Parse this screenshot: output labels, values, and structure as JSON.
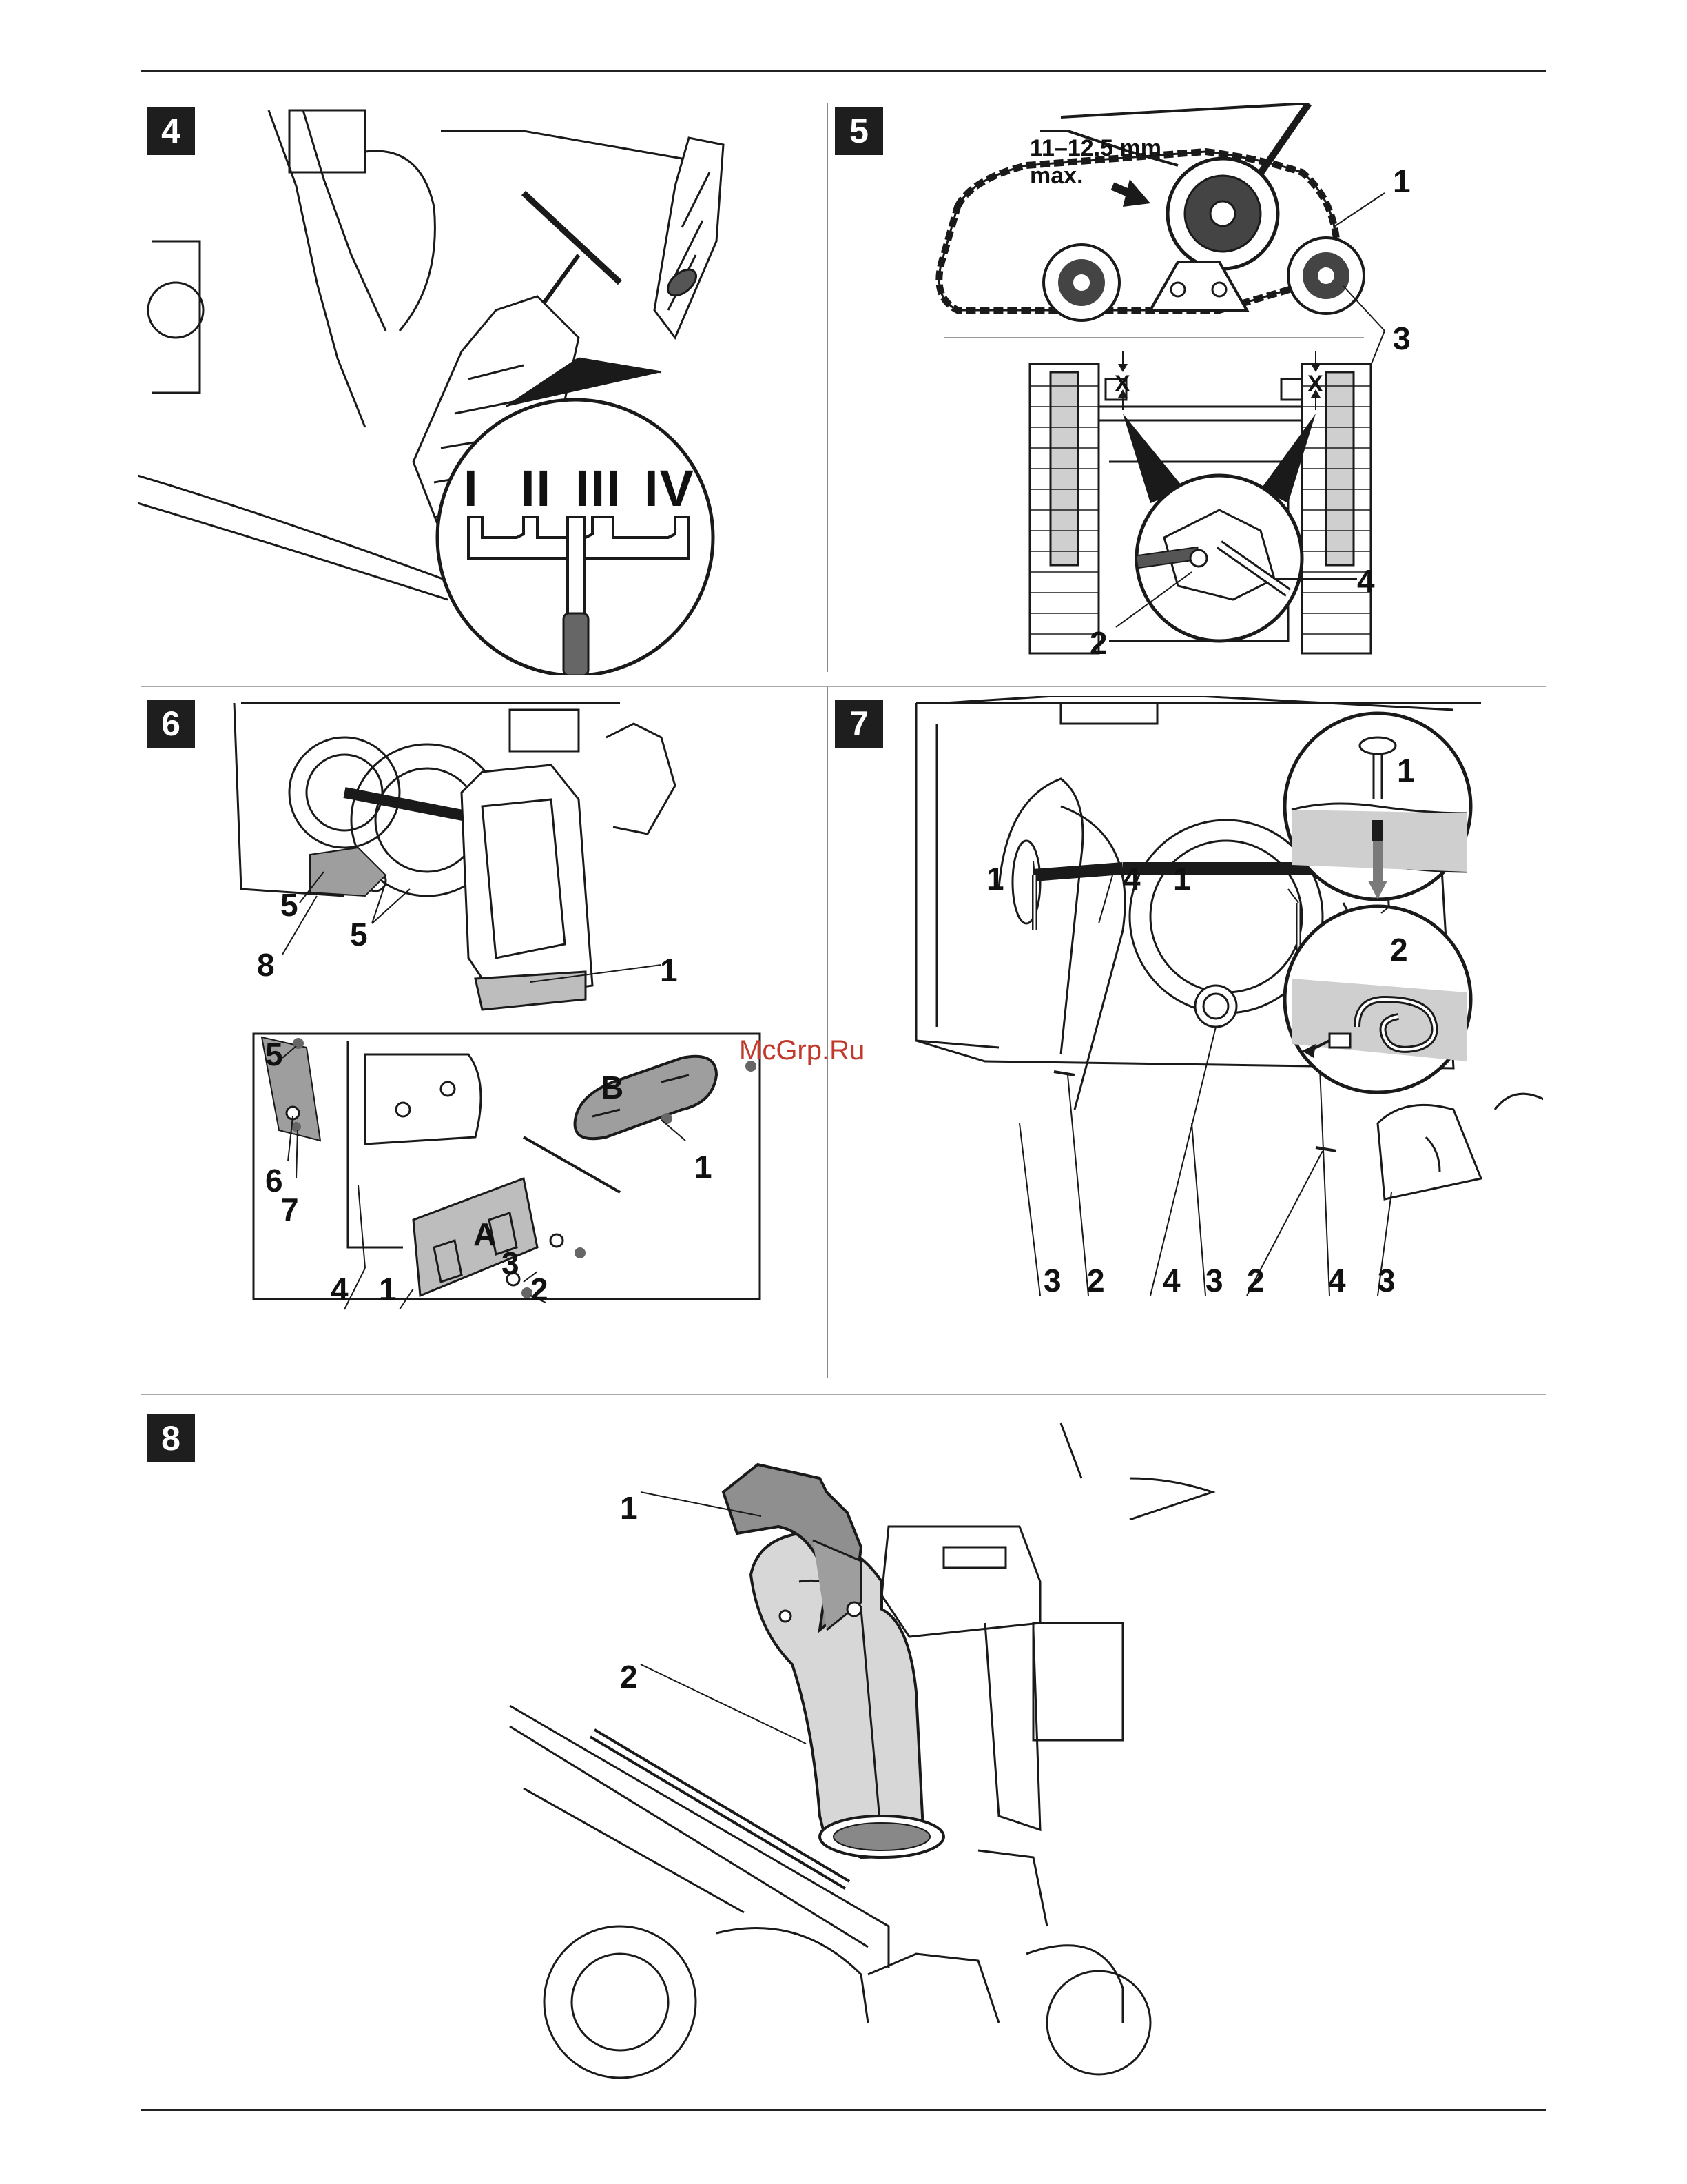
{
  "figures": {
    "fig4": {
      "number": "4",
      "gear_marks": [
        "I",
        "II",
        "III",
        "IV"
      ]
    },
    "fig5": {
      "number": "5",
      "tension_text_line1": "11–12,5 mm",
      "tension_text_line2": "max.",
      "gap_marks": [
        "X",
        "X"
      ],
      "callouts": [
        "1",
        "3",
        "4",
        "2"
      ]
    },
    "fig6": {
      "number": "6",
      "upper_callouts": [
        "5",
        "5",
        "8",
        "1"
      ],
      "inset_callouts": [
        "5",
        "6",
        "7",
        "4",
        "1",
        "3",
        "2",
        "1"
      ],
      "plate_letters": [
        "B",
        "A"
      ]
    },
    "fig7": {
      "number": "7",
      "callouts_top": [
        "1",
        "4",
        "1"
      ],
      "callouts_bottom": [
        "3",
        "2",
        "4",
        "3",
        "2",
        "4",
        "3"
      ],
      "detail_callouts": [
        "1",
        "2"
      ]
    },
    "fig8": {
      "number": "8",
      "callouts": [
        "1",
        "2"
      ]
    }
  },
  "watermark": "McGrp.Ru",
  "colors": {
    "line": "#1a1a1a",
    "fill_gray": "#bdbdbd",
    "fill_dark": "#6e6e6e",
    "watermark": "#c0392b"
  }
}
